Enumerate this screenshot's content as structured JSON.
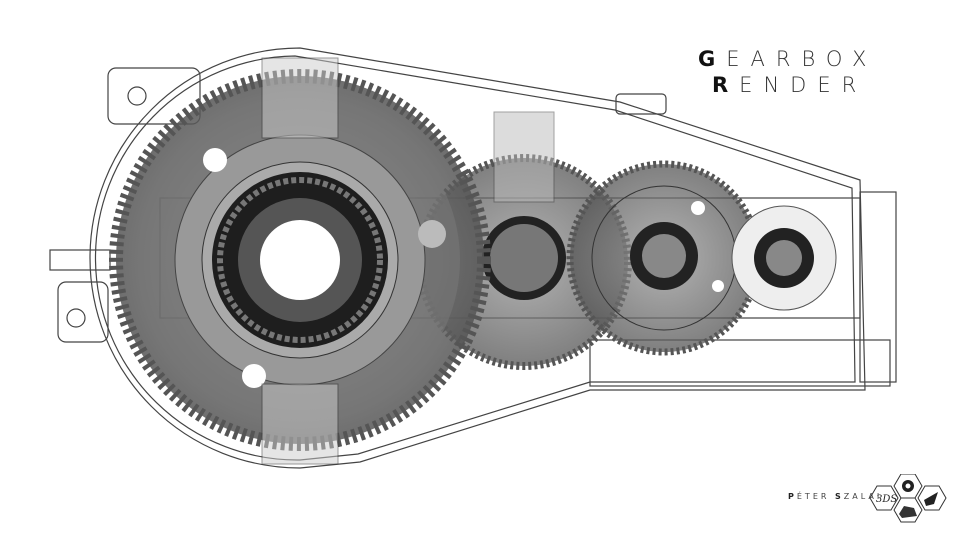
{
  "title": {
    "line1_initial": "G",
    "line1_rest": "EARBOX",
    "line2_initial": "R",
    "line2_rest": "ENDER"
  },
  "author": {
    "first_initial": "P",
    "first_rest": "ÉTER ",
    "last_initial": "S",
    "last_rest": "ZALAI"
  },
  "logos": {
    "icons": [
      "3ds-logo",
      "aperture-icon",
      "bird-icon",
      "car-icon"
    ],
    "text": "3DS"
  },
  "colors": {
    "background": "#ffffff",
    "gear": "#6e6e6e",
    "gear_dark": "#3a3a3a",
    "housing_line": "#444444"
  }
}
